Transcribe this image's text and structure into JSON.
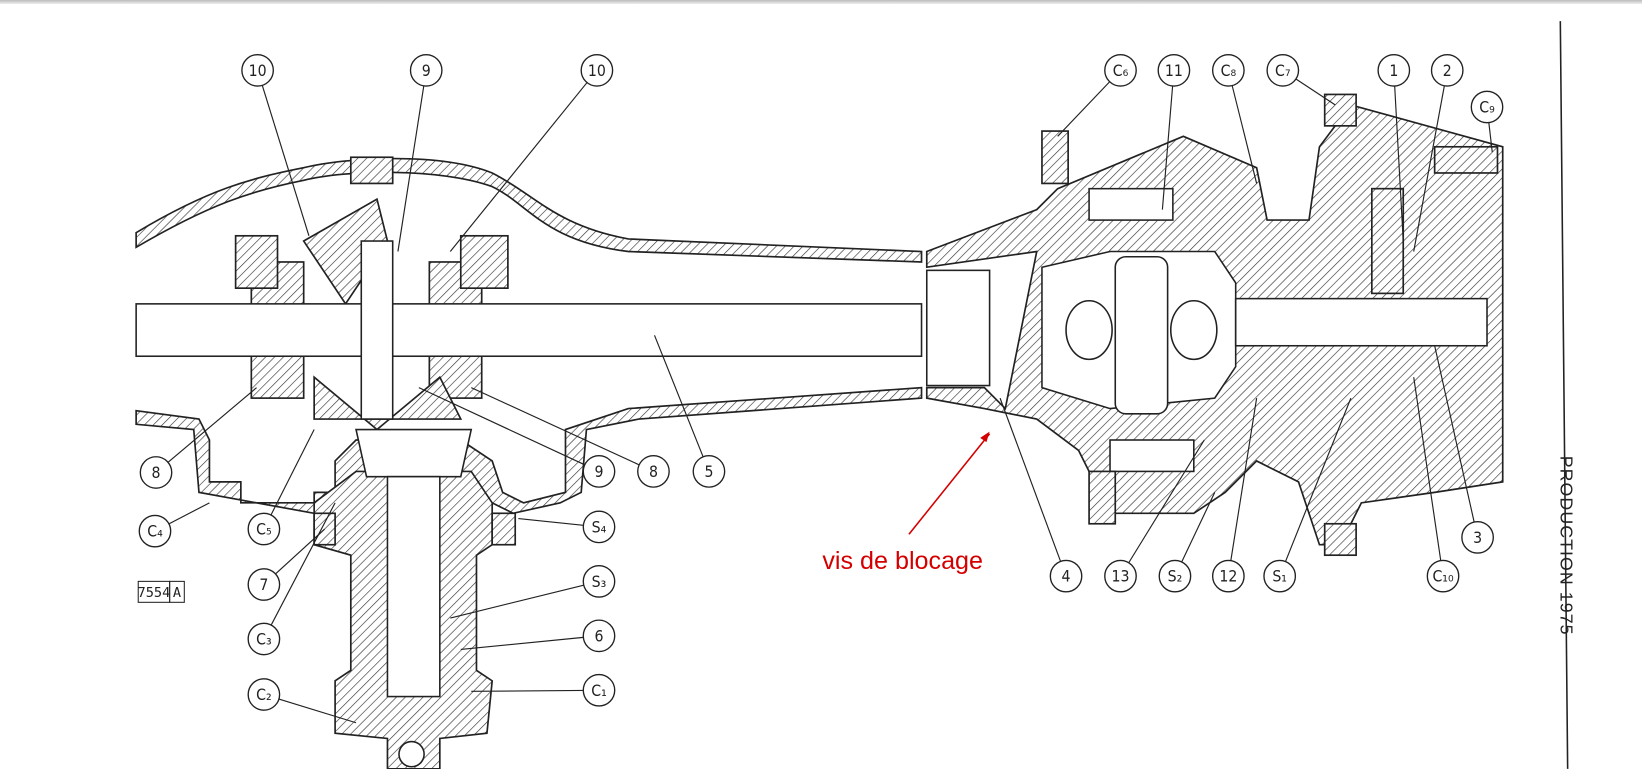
{
  "drawing": {
    "reference": "7554",
    "reference_suffix": "A",
    "side_caption": "PRODUCTION 1975",
    "annotation": {
      "text": "vis de blocage",
      "color": "#d40000"
    },
    "callouts": [
      "10",
      "9",
      "10",
      "C₆",
      "11",
      "C₈",
      "C₇",
      "1",
      "2",
      "C₉",
      "8",
      "9",
      "8",
      "5",
      "C₄",
      "C₅",
      "S₄",
      "7",
      "S₃",
      "C₃",
      "6",
      "C₂",
      "C₁",
      "4",
      "13",
      "S₂",
      "12",
      "S₁",
      "C₁₀",
      "3"
    ]
  }
}
